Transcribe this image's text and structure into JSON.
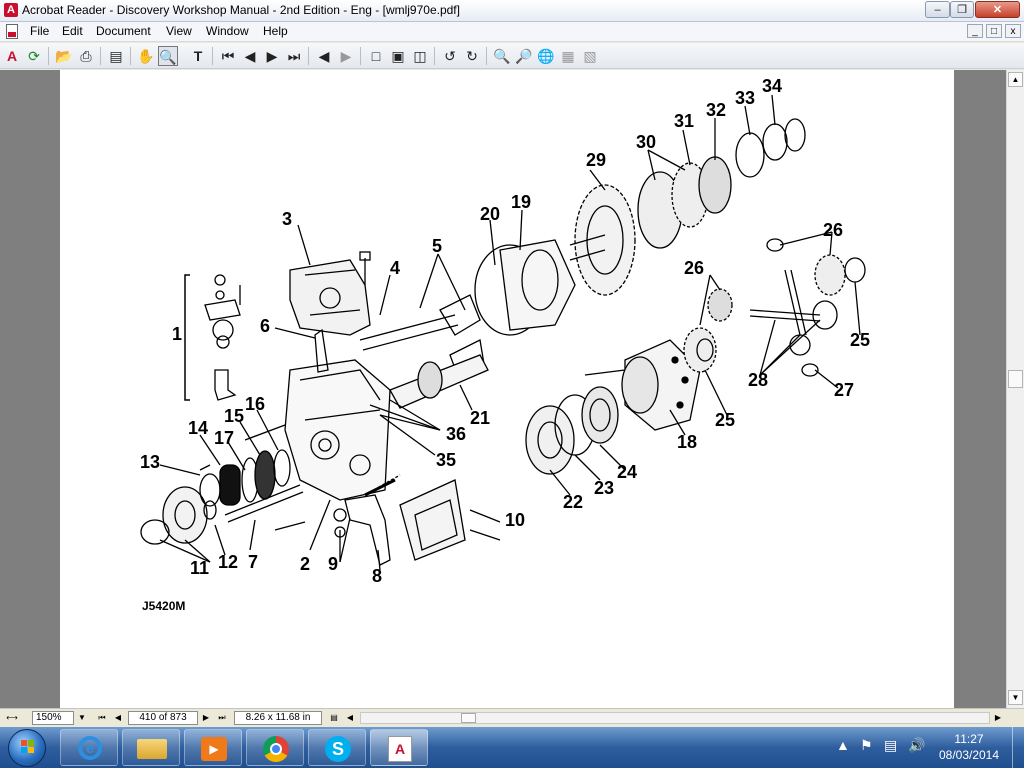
{
  "window": {
    "title": "Acrobat Reader - Discovery Workshop Manual - 2nd Edition - Eng - [wmlj970e.pdf]",
    "app_icon": "acrobat-icon",
    "buttons": [
      "minimize-icon",
      "restore-icon",
      "close-icon"
    ]
  },
  "menu": {
    "items": [
      "File",
      "Edit",
      "Document",
      "View",
      "Window",
      "Help"
    ],
    "doc_buttons": [
      "_",
      "□",
      "x"
    ]
  },
  "toolbar": {
    "icons": [
      "acrobat-icon",
      "refresh-icon",
      "open-icon",
      "print-icon",
      "thumbnails-icon",
      "hand-icon",
      "zoom-icon",
      "text-select-icon",
      "first-page-icon",
      "prev-page-icon",
      "next-page-icon",
      "last-page-icon",
      "go-back-icon",
      "go-forward-icon",
      "single-page-icon",
      "continuous-icon",
      "facing-icon",
      "rotate-left-icon",
      "rotate-right-icon",
      "find-icon",
      "search-icon",
      "web-icon",
      "forms-icon",
      "links-icon"
    ]
  },
  "diagram": {
    "figure_code": "J5420M",
    "callouts": [
      "1",
      "2",
      "3",
      "4",
      "5",
      "6",
      "7",
      "8",
      "9",
      "10",
      "11",
      "12",
      "13",
      "14",
      "15",
      "16",
      "17",
      "18",
      "19",
      "20",
      "21",
      "22",
      "23",
      "24",
      "25",
      "25",
      "26",
      "26",
      "27",
      "28",
      "29",
      "30",
      "31",
      "32",
      "33",
      "34",
      "35",
      "36"
    ]
  },
  "status": {
    "zoom": "150%",
    "page": "410 of 873",
    "size": "8.26 x 11.68 in"
  },
  "taskbar": {
    "apps": [
      "internet-explorer-icon",
      "file-explorer-icon",
      "media-player-icon",
      "chrome-icon",
      "skype-icon",
      "acrobat-icon"
    ],
    "clock_time": "11:27",
    "clock_date": "08/03/2014"
  }
}
